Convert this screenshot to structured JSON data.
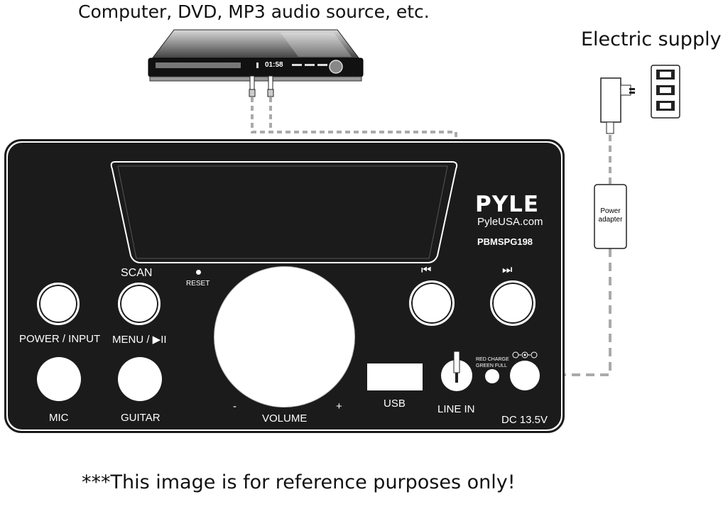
{
  "captions": {
    "source": "Computer, DVD, MP3 audio source, etc.",
    "supply": "Electric supply",
    "disclaimer": "***This image is for reference purposes only!"
  },
  "source_device": {
    "time_display": "01:58"
  },
  "adapter": {
    "line1": "Power",
    "line2": "adapter"
  },
  "panel": {
    "brand": "PYLE",
    "brand_url": "PyleUSA.com",
    "model": "PBMSPG198",
    "labels": {
      "scan": "SCAN",
      "reset": "RESET",
      "power_input": "POWER / INPUT",
      "menu": "MENU  /  ▶II",
      "mic": "MIC",
      "guitar": "GUITAR",
      "volume": "VOLUME",
      "volume_minus": "-",
      "volume_plus": "+",
      "usb": "USB",
      "line_in": "LINE IN",
      "dc": "DC 13.5V",
      "charge_line1": "RED CHARGE",
      "charge_line2": "GREEN FULL",
      "prev_icon": "⏮",
      "next_icon": "⏭"
    }
  },
  "colors": {
    "panel": "#1b1b1b",
    "cable": "#aaaaaa"
  }
}
